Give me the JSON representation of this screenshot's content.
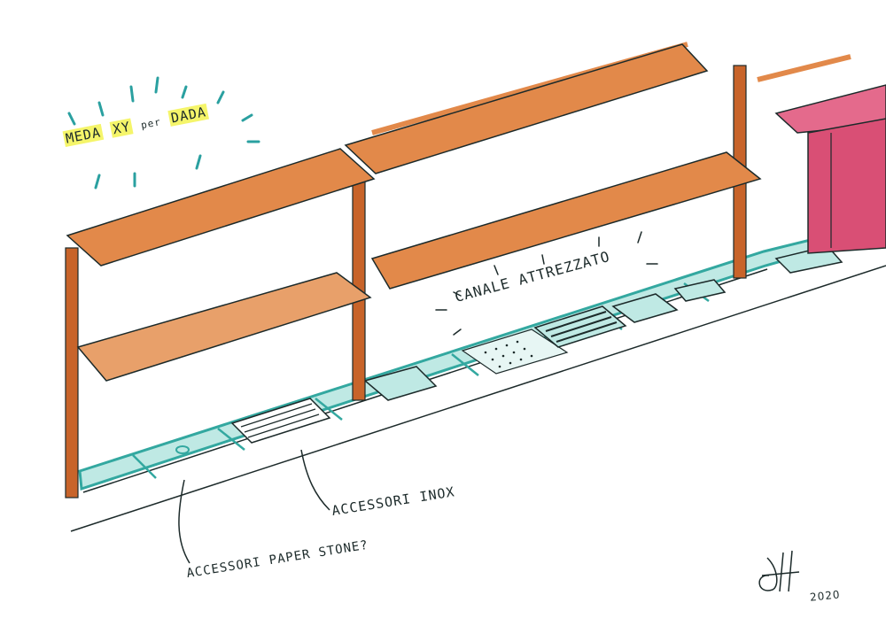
{
  "title": {
    "meda": "MEDA",
    "xy": "XY",
    "per": "per",
    "dada": "DADA"
  },
  "labels": {
    "canale": "CANALE ATTREZZATO",
    "inox": "ACCESSORI INOX",
    "paper_stone": "ACCESSORI PAPER STONE?"
  },
  "signature_year": "2020",
  "colors": {
    "shelf": "#e2894a",
    "shelf_dark": "#c8642a",
    "channel": "#33a8a0",
    "cabinet": "#d94f75",
    "ink": "#1c2a2a",
    "highlight": "#f5f56a"
  }
}
